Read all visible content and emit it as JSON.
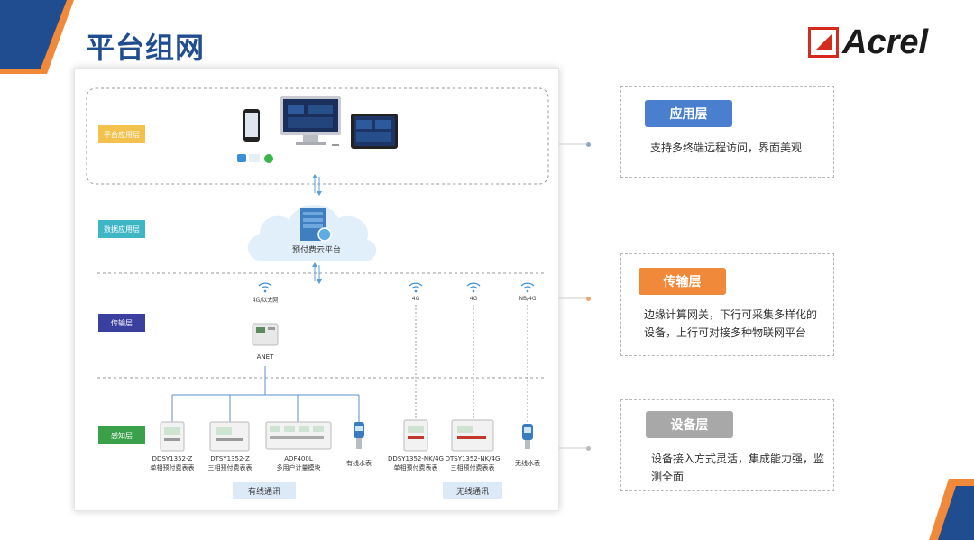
{
  "page": {
    "title": "平台组网"
  },
  "logo": {
    "text": "Acrel"
  },
  "layers": {
    "platform_app": "平台应用层",
    "data_app": "数据应用层",
    "transport": "传输层",
    "sensing": "感知层"
  },
  "cloud": {
    "label": "预付费云平台"
  },
  "networks": {
    "gateway_net": "4G/以太网",
    "net_4g_1": "4G",
    "net_4g_2": "4G",
    "net_nb": "NB/4G"
  },
  "gateway": {
    "label": "ANET"
  },
  "devices": [
    {
      "model": "DDSY1352-Z",
      "desc": "单相预付费表表"
    },
    {
      "model": "DTSY1352-Z",
      "desc": "三相预付费表表"
    },
    {
      "model": "ADF400L",
      "desc": "多用户计量模块"
    },
    {
      "model": "",
      "desc": "有线水表"
    },
    {
      "model": "DDSY1352-NK/4G",
      "desc": "单相预付费表表"
    },
    {
      "model": "DTSY1352-NK/4G",
      "desc": "三相预付费表表"
    },
    {
      "model": "",
      "desc": "无线水表"
    }
  ],
  "badges": {
    "wired": "有线通讯",
    "wireless": "无线通讯"
  },
  "cards": {
    "app": {
      "title": "应用层",
      "desc": "支持多终端远程访问，界面美观"
    },
    "transport": {
      "title": "传输层",
      "desc": "边缘计算网关，下行可采集多样化的设备，上行可对接多种物联网平台"
    },
    "device": {
      "title": "设备层",
      "desc": "设备接入方式灵活，集成能力强，监测全面"
    }
  },
  "colors": {
    "title": "#1f4d8f",
    "tag_platform": "#f2c14e",
    "tag_data": "#3fb6c4",
    "tag_transport": "#3b3f9e",
    "tag_sensing": "#3aa04a",
    "card_app": "#4a7fd0",
    "card_transport": "#f08a3a",
    "card_device": "#a8a8a8"
  }
}
